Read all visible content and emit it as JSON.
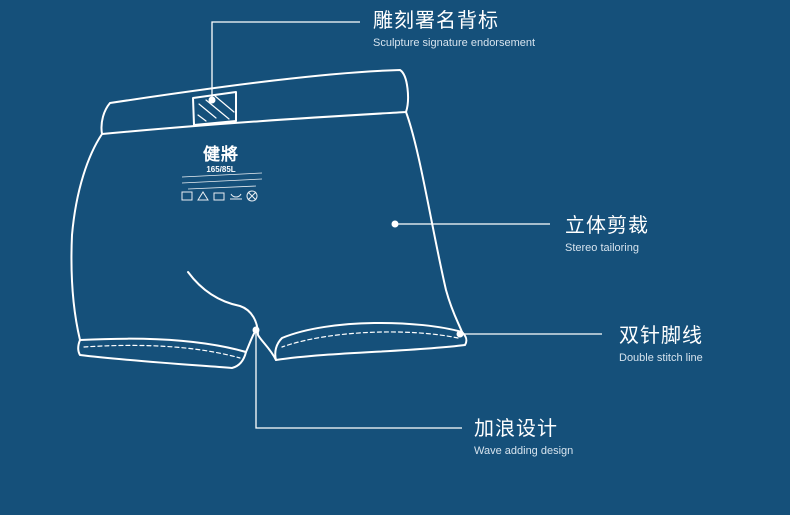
{
  "colors": {
    "background": "#15507a",
    "line": "#ffffff"
  },
  "label": {
    "brand": "健將",
    "size": "165/85L"
  },
  "callouts": {
    "signature": {
      "cn": "雕刻署名背标",
      "en": "Sculpture signature endorsement"
    },
    "tailoring": {
      "cn": "立体剪裁",
      "en": "Stereo tailoring"
    },
    "stitch": {
      "cn": "双针脚线",
      "en": "Double stitch line"
    },
    "wave": {
      "cn": "加浪设计",
      "en": "Wave adding design"
    }
  }
}
